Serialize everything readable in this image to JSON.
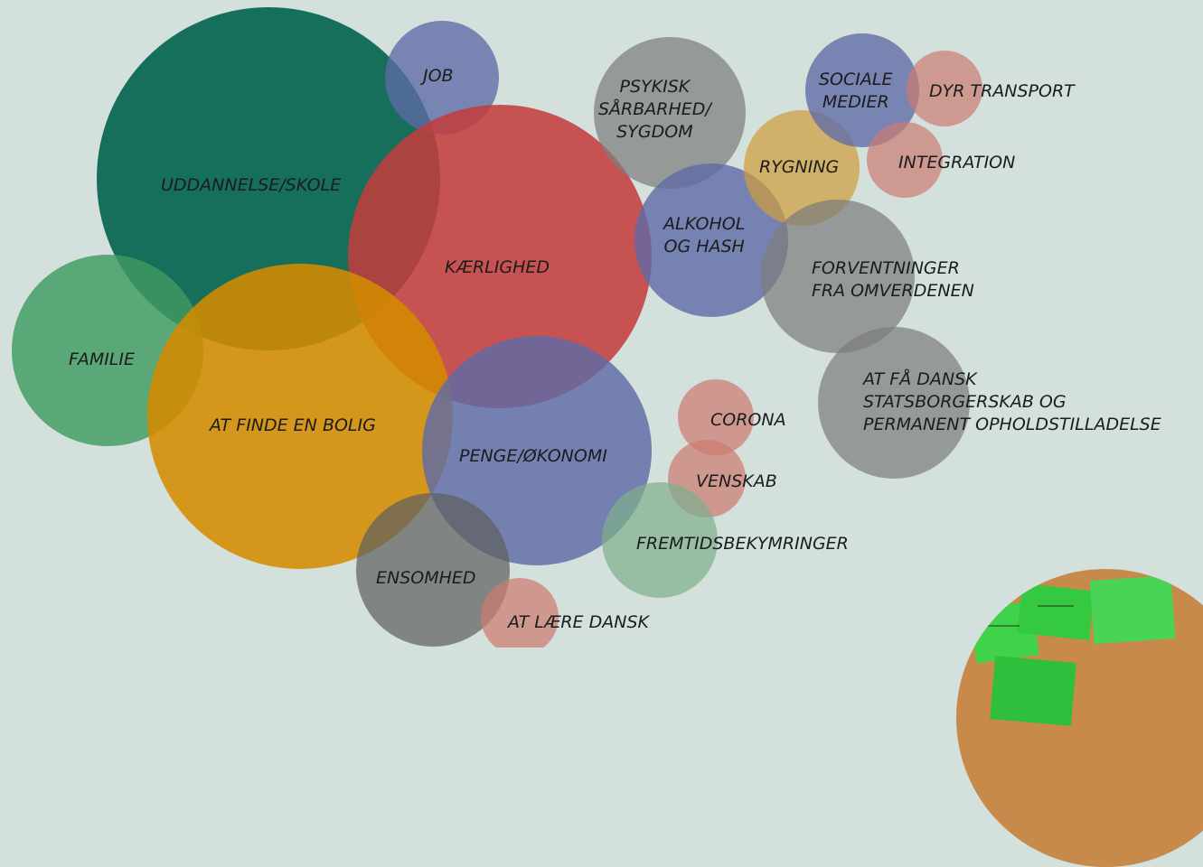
{
  "topics": [
    {
      "id": "uddannelse",
      "lines": [
        "UDDANNELSE/SKOLE"
      ],
      "color": "#00634c",
      "opacity": 0.9
    },
    {
      "id": "job",
      "lines": [
        "JOB"
      ],
      "color": "#5f6aa6",
      "opacity": 0.78
    },
    {
      "id": "kaerlighed",
      "lines": [
        "KÆRLIGHED"
      ],
      "color": "#c43b3b",
      "opacity": 0.86
    },
    {
      "id": "familie",
      "lines": [
        "FAMILIE"
      ],
      "color": "#3f9a61",
      "opacity": 0.82
    },
    {
      "id": "bolig",
      "lines": [
        "AT FINDE EN BOLIG"
      ],
      "color": "#d48b00",
      "opacity": 0.88
    },
    {
      "id": "penge",
      "lines": [
        "PENGE/ØKONOMI"
      ],
      "color": "#5f6aa6",
      "opacity": 0.82
    },
    {
      "id": "ensomhed",
      "lines": [
        "ENSOMHED"
      ],
      "color": "#606060",
      "opacity": 0.72
    },
    {
      "id": "laere-dansk",
      "lines": [
        "AT LÆRE DANSK"
      ],
      "color": "#cc7b72",
      "opacity": 0.72
    },
    {
      "id": "psykisk",
      "lines": [
        "PSYKISK",
        "SÅRBARHED/",
        "SYGDOM"
      ],
      "color": "#7d7d7d",
      "opacity": 0.72
    },
    {
      "id": "alkohol",
      "lines": [
        "ALKOHOL",
        "OG HASH"
      ],
      "color": "#5f6aa6",
      "opacity": 0.8
    },
    {
      "id": "rygning",
      "lines": [
        "RYGNING"
      ],
      "color": "#d09b3a",
      "opacity": 0.7
    },
    {
      "id": "sociale",
      "lines": [
        "SOCIALE",
        "MEDIER"
      ],
      "color": "#5f6aa6",
      "opacity": 0.78
    },
    {
      "id": "dyr-transport",
      "lines": [
        "DYR TRANSPORT"
      ],
      "color": "#cc7b72",
      "opacity": 0.7
    },
    {
      "id": "integration",
      "lines": [
        "INTEGRATION"
      ],
      "color": "#cc7b72",
      "opacity": 0.7
    },
    {
      "id": "forventninger",
      "lines": [
        "FORVENTNINGER",
        "FRA OMVERDENEN"
      ],
      "color": "#7d7d7d",
      "opacity": 0.72
    },
    {
      "id": "statsborgerskab",
      "lines": [
        "AT FÅ DANSK",
        "STATSBORGERSKAB OG",
        "PERMANENT OPHOLDSTILLADELSE"
      ],
      "color": "#7d7d7d",
      "opacity": 0.72
    },
    {
      "id": "corona",
      "lines": [
        "CORONA"
      ],
      "color": "#cc7b72",
      "opacity": 0.72
    },
    {
      "id": "venskab",
      "lines": [
        "VENSKAB"
      ],
      "color": "#cc7b72",
      "opacity": 0.72
    },
    {
      "id": "fremtid",
      "lines": [
        "FREMTIDSBEKYMRINGER"
      ],
      "color": "#7fae8d",
      "opacity": 0.72
    }
  ],
  "photo": {
    "icon": "sticky-notes-photo"
  }
}
